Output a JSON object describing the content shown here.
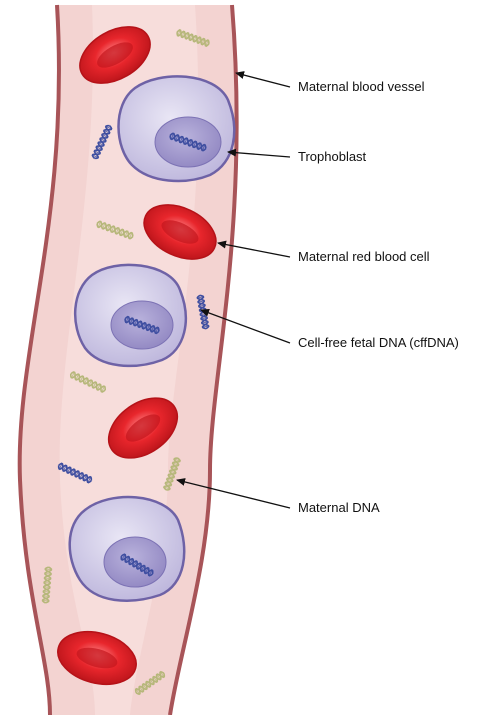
{
  "diagram": {
    "labels": {
      "maternal_blood_vessel": "Maternal blood vessel",
      "trophoblast": "Trophoblast",
      "maternal_red_blood_cell": "Maternal red blood cell",
      "cffdna": "Cell-free fetal DNA (cffDNA)",
      "maternal_dna": "Maternal DNA"
    },
    "colors": {
      "vessel_wall": "#a85458",
      "vessel_lumen": "#f3d3d1",
      "vessel_highlight": "#f9e6e4",
      "red_blood_cell": "#e8262c",
      "red_blood_cell_dark": "#b51218",
      "trophoblast_membrane": "#6e62a6",
      "trophoblast_cytoplasm": "#c7c1e1",
      "nucleus": "#9b92c6",
      "fetal_dna": "#3e4ea0",
      "maternal_dna": "#b6b77a",
      "arrow": "#111111"
    }
  }
}
